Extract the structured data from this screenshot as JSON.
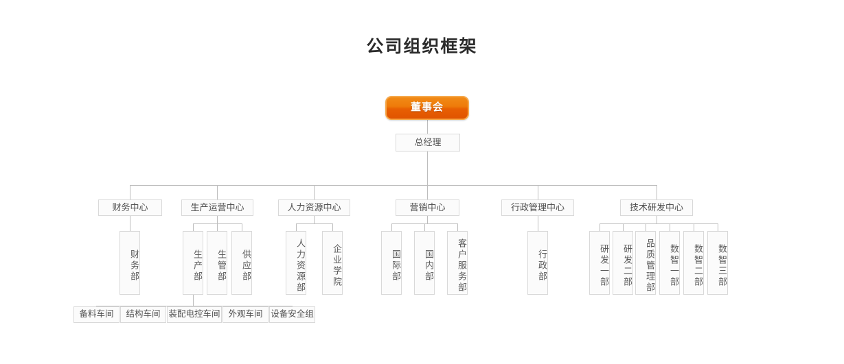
{
  "title": "公司组织框架",
  "chart_data": {
    "type": "diagram",
    "diagram_kind": "org-chart",
    "title": "公司组织框架",
    "root": {
      "label": "董事会",
      "style": "orange-button"
    },
    "level2": {
      "label": "总经理"
    },
    "centers": [
      {
        "label": "财务中心"
      },
      {
        "label": "生产运营中心"
      },
      {
        "label": "人力资源中心"
      },
      {
        "label": "营销中心"
      },
      {
        "label": "行政管理中心"
      },
      {
        "label": "技术研发中心"
      }
    ],
    "departments": [
      {
        "label": "财务部",
        "parent": "财务中心"
      },
      {
        "label": "生产部",
        "parent": "生产运营中心"
      },
      {
        "label": "生管部",
        "parent": "生产运营中心"
      },
      {
        "label": "供应部",
        "parent": "生产运营中心"
      },
      {
        "label": "人力资源部",
        "parent": "人力资源中心"
      },
      {
        "label": "企业学院",
        "parent": "人力资源中心"
      },
      {
        "label": "国际部",
        "parent": "营销中心"
      },
      {
        "label": "国内部",
        "parent": "营销中心"
      },
      {
        "label": "客户服务部",
        "parent": "营销中心"
      },
      {
        "label": "行政部",
        "parent": "行政管理中心"
      },
      {
        "label": "研发一部",
        "parent": "技术研发中心"
      },
      {
        "label": "研发二部",
        "parent": "技术研发中心"
      },
      {
        "label": "品质管理部",
        "parent": "技术研发中心"
      },
      {
        "label": "数智一部",
        "parent": "技术研发中心"
      },
      {
        "label": "数智二部",
        "parent": "技术研发中心"
      },
      {
        "label": "数智三部",
        "parent": "技术研发中心"
      }
    ],
    "workshops": [
      {
        "label": "备料车间",
        "parent": "生产部"
      },
      {
        "label": "结构车间",
        "parent": "生产部"
      },
      {
        "label": "装配电控车间",
        "parent": "生产部"
      },
      {
        "label": "外观车间",
        "parent": "生产部"
      },
      {
        "label": "设备安全组",
        "parent": "生产部"
      }
    ],
    "colors": {
      "root_fill_top": "#f08a16",
      "root_fill_bottom": "#e05400",
      "root_border": "#f6a84b",
      "root_text": "#ffffff",
      "node_fill": "#fbfbfb",
      "node_border": "#d9d9d9",
      "node_text": "#555555",
      "line": "#bdbdbd",
      "title_text": "#2b2b2b",
      "background": "#ffffff"
    }
  }
}
